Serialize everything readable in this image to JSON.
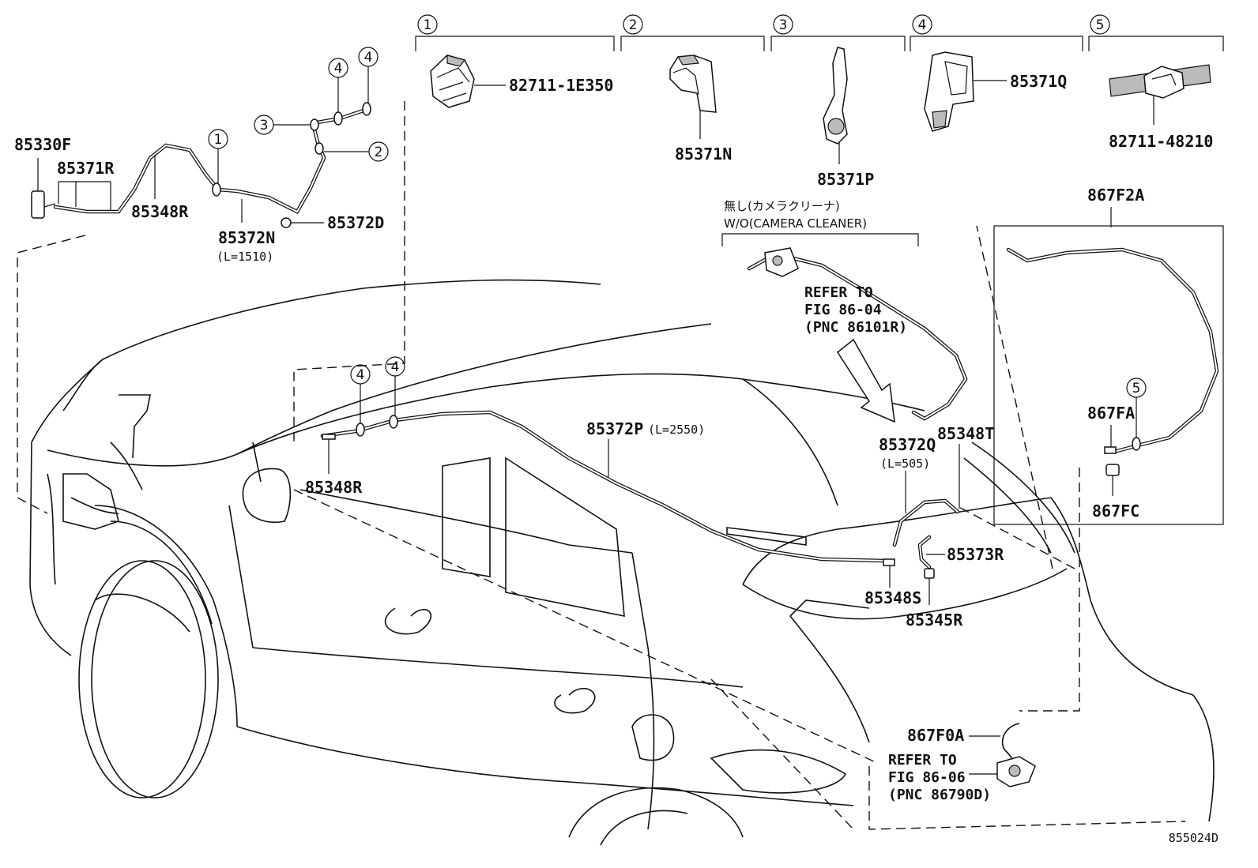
{
  "groups": [
    {
      "n": "1",
      "part": "82711-1E350"
    },
    {
      "n": "2",
      "part": "85371N"
    },
    {
      "n": "3",
      "part": "85371P"
    },
    {
      "n": "4",
      "part": "85371Q"
    },
    {
      "n": "5",
      "part": "82711-48210"
    }
  ],
  "labels": {
    "p85330F": "85330F",
    "p85371R": "85371R",
    "p85348R_a": "85348R",
    "p85372N": "85372N",
    "p85372N_len": "(L=1510)",
    "p85372D": "85372D",
    "p85372P": "85372P",
    "p85372P_len": "(L=2550)",
    "p85348R_b": "85348R",
    "p85372Q": "85372Q",
    "p85372Q_len": "(L=505)",
    "p85348T": "85348T",
    "p85373R": "85373R",
    "p85348S": "85348S",
    "p85345R": "85345R",
    "p867F2A": "867F2A",
    "p867FA": "867FA",
    "p867FC": "867FC",
    "p867F0A": "867F0A"
  },
  "callouts": {
    "c4a": "4",
    "c4b": "4",
    "c3": "3",
    "c1": "1",
    "c2": "2",
    "c4c": "4",
    "c4d": "4",
    "c5": "5"
  },
  "camera_note": {
    "jp": "無し(カメラクリーナ)",
    "en": "W/O(CAMERA CLEANER)"
  },
  "ref1": {
    "line1": "REFER TO",
    "line2": "FIG 86-04",
    "line3": "(PNC 86101R)"
  },
  "ref2": {
    "line1": "REFER TO",
    "line2": "FIG 86-06",
    "line3": "(PNC 86790D)"
  },
  "figure_id": "855024D"
}
